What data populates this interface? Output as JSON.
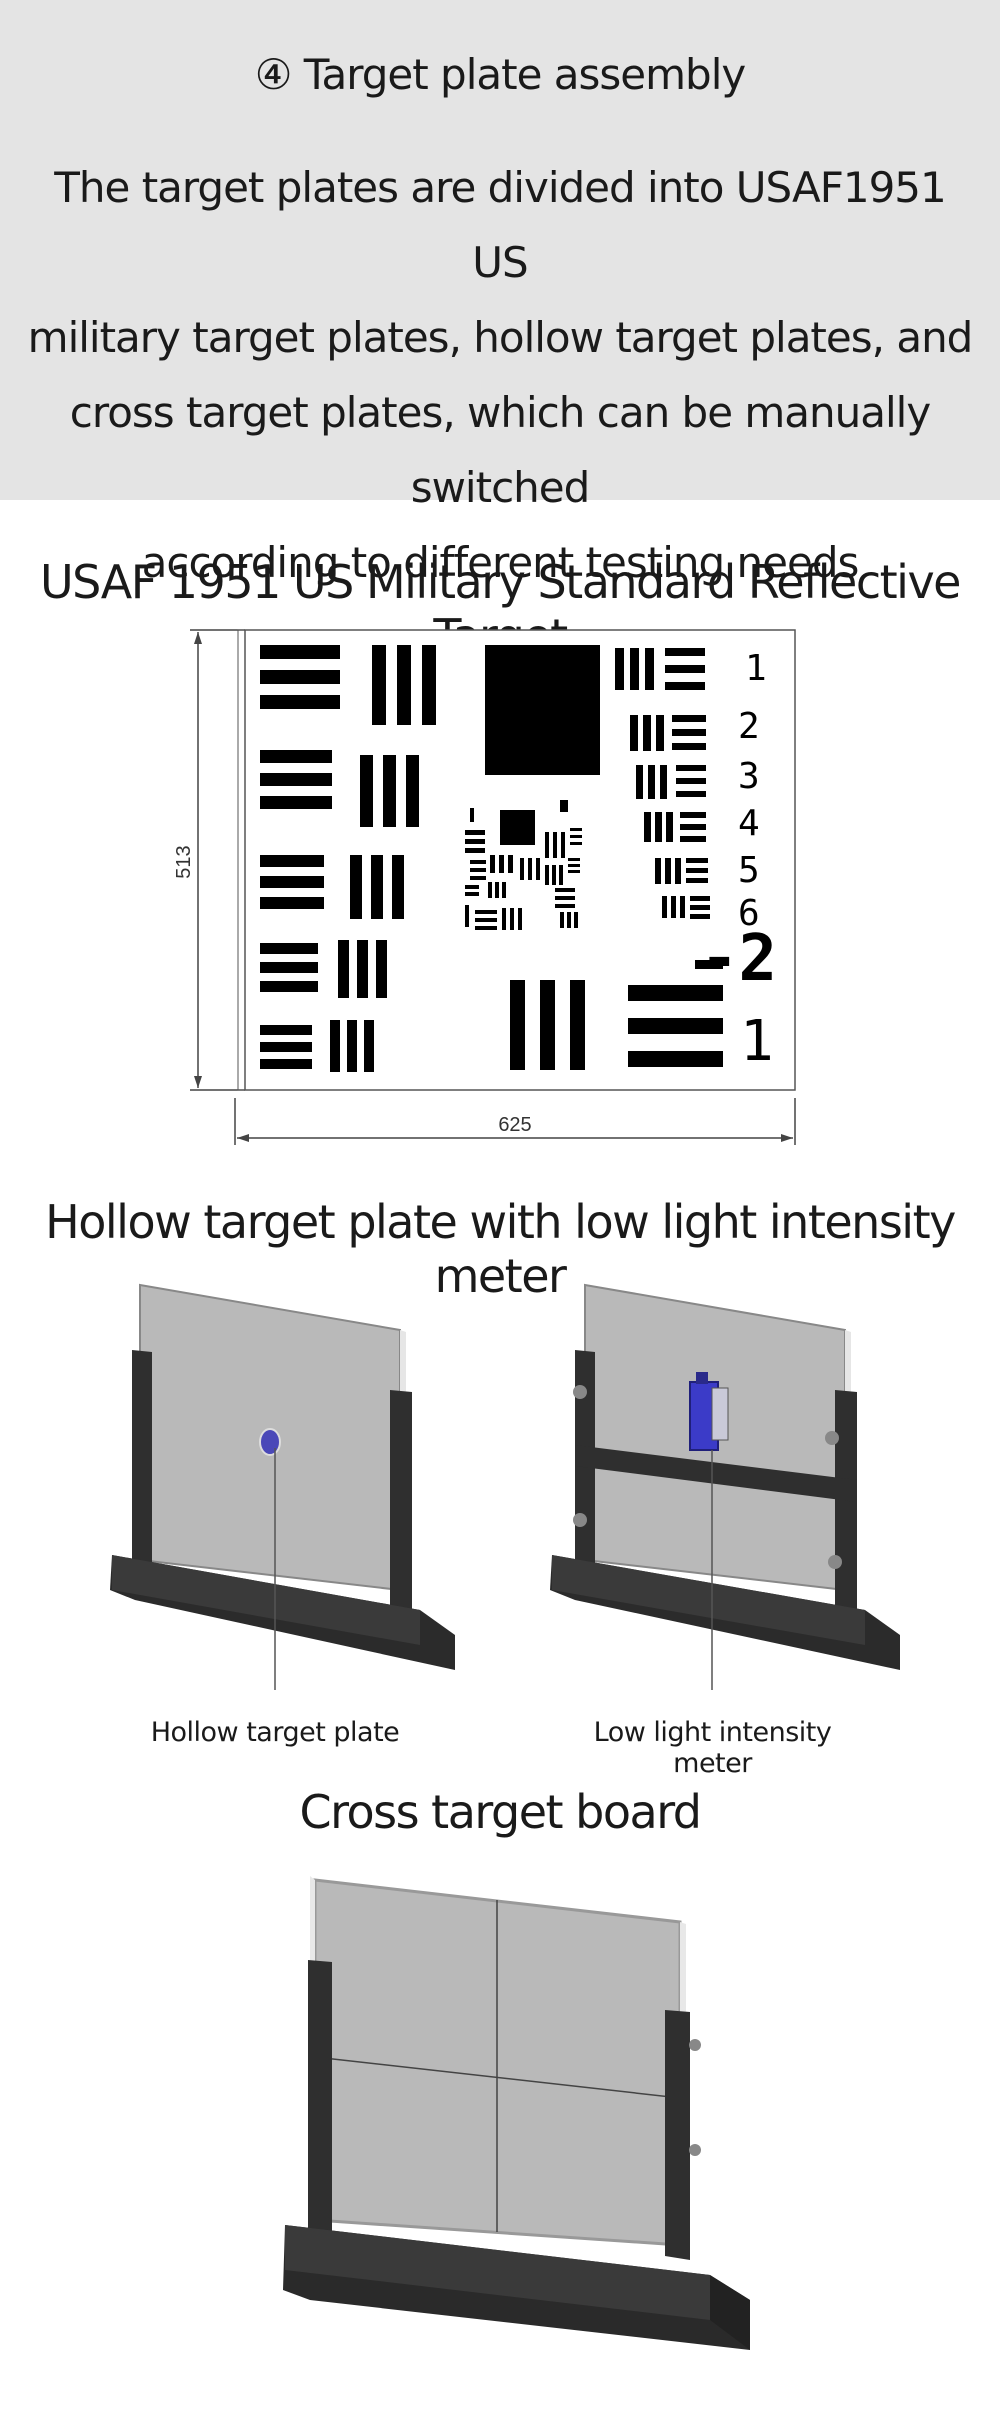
{
  "header": {
    "title": "④ Target plate assembly",
    "description_lines": [
      "The target plates are divided into USAF1951 US",
      "military target plates, hollow target plates, and",
      "cross target plates, which can be manually switched",
      "according to different testing needs"
    ]
  },
  "usaf_section": {
    "title": "USAF 1951 US Military Standard Reflective Target",
    "dim_height": "513",
    "dim_width": "625",
    "group_numbers": [
      "1",
      "2",
      "3",
      "4",
      "5",
      "6"
    ],
    "big_group_label": "-2",
    "bottom_label": "1"
  },
  "hollow_section": {
    "title": "Hollow target plate with low light intensity meter",
    "caption_left": "Hollow target plate",
    "caption_right": "Low light intensity meter"
  },
  "cross_section": {
    "title": "Cross target board"
  },
  "colors": {
    "header_bg": "#e4e4e4",
    "plate_gray": "#b8b8b8",
    "frame_black": "#2a2a2a",
    "meter_blue": "#3b3bc8"
  }
}
